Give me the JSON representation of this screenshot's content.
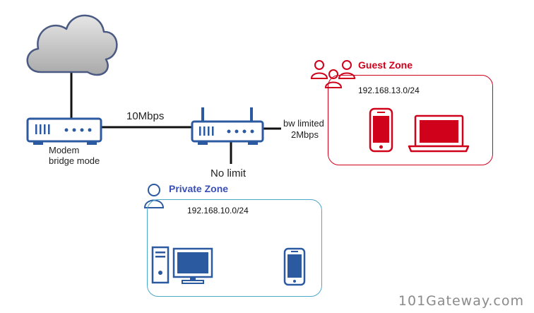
{
  "links": {
    "uplink_label": "10Mbps",
    "guest_label_line1": "bw limited",
    "guest_label_line2": "2Mbps",
    "private_label": "No limit"
  },
  "modem": {
    "label_line1": "Modem",
    "label_line2": "bridge mode"
  },
  "guest_zone": {
    "title": "Guest Zone",
    "subnet": "192.168.13.0/24",
    "color": "#d0021b"
  },
  "private_zone": {
    "title": "Private Zone",
    "subnet": "192.168.10.0/24",
    "color": "#3a4fb5",
    "border_color": "#4aa8c9"
  },
  "device_color": "#2c5aa0",
  "watermark": "101Gateway.com"
}
